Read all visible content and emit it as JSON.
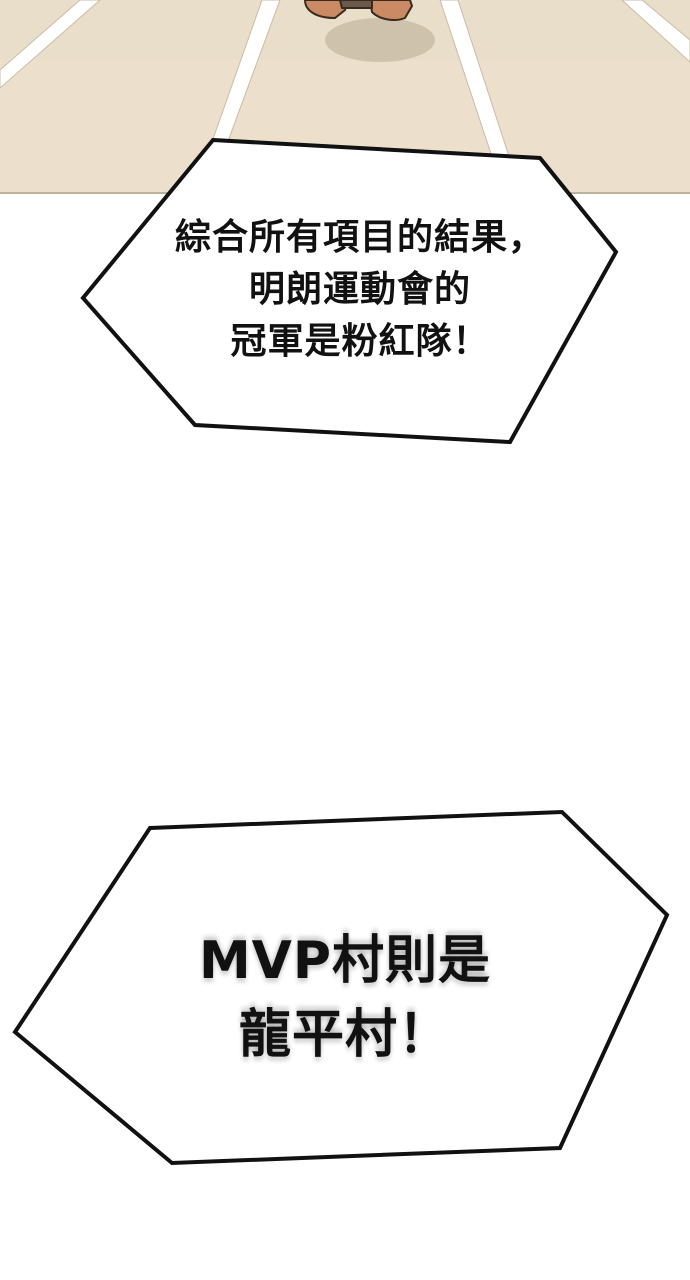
{
  "panel_top": {
    "scene": "running track ground with white lane lines and a character's hands/feet at top",
    "ground_color": "#ece0cc",
    "lane_color": "#ffffff",
    "skin_color": "#c98a64"
  },
  "bubble1": {
    "lines": [
      "綜合所有項目的結果，",
      "明朗運動會的",
      "冠軍是粉紅隊！"
    ]
  },
  "bubble2": {
    "lines": [
      "MVP村則是",
      "龍平村！"
    ]
  },
  "colors": {
    "outline": "#111111",
    "bubble_fill": "#ffffff",
    "page_bg": "#ffffff"
  }
}
